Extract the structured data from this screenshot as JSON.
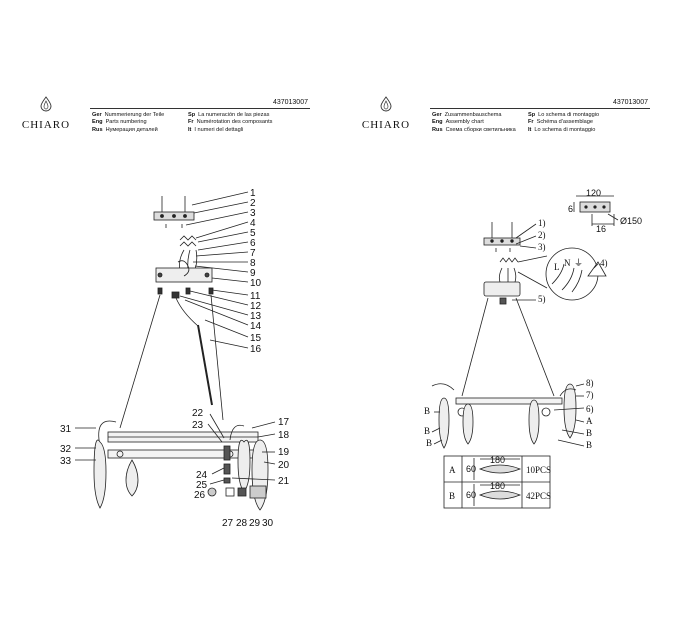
{
  "brand": "CHIARO",
  "left_page": {
    "code": "437013007",
    "legend": [
      {
        "lang1": "Ger",
        "text1": "Nummerierung der Teile",
        "lang2": "Sp",
        "text2": "La numeración de las piezas"
      },
      {
        "lang1": "Eng",
        "text1": "Parts numbering",
        "lang2": "Fr",
        "text2": "Numérotation des composants"
      },
      {
        "lang1": "Rus",
        "text1": "Нумерация деталей",
        "lang2": "It",
        "text2": "I numeri del dettagli"
      }
    ],
    "part_numbers_right": [
      "1",
      "2",
      "3",
      "4",
      "5",
      "6",
      "7",
      "8",
      "9",
      "10",
      "11",
      "12",
      "13",
      "14",
      "15",
      "16"
    ],
    "part_numbers_lower": {
      "n17": "17",
      "n18": "18",
      "n19": "19",
      "n20": "20",
      "n21": "21",
      "n22": "22",
      "n23": "23",
      "n24": "24",
      "n25": "25",
      "n26": "26",
      "n27": "27",
      "n28": "28",
      "n29": "29",
      "n30": "30",
      "n31": "31",
      "n32": "32",
      "n33": "33"
    }
  },
  "right_page": {
    "code": "437013007",
    "legend": [
      {
        "lang1": "Ger",
        "text1": "Zusammenbauschema",
        "lang2": "Sp",
        "text2": "Lo schema di montaggio"
      },
      {
        "lang1": "Eng",
        "text1": "Assembly chart",
        "lang2": "Fr",
        "text2": "Schéma d'assemblage"
      },
      {
        "lang1": "Rus",
        "text1": "Схема сборки светильника",
        "lang2": "It",
        "text2": "Lo schema di montaggio"
      }
    ],
    "steps": {
      "s1": "1)",
      "s2": "2)",
      "s3": "3)",
      "s4": "4)",
      "s5": "5)",
      "s6": "6)",
      "s7": "7)",
      "s8": "8)"
    },
    "wire_labels": {
      "l": "L",
      "n": "N",
      "earth": "⏚"
    },
    "dims": {
      "d120": "120",
      "d6": "6",
      "d16": "16",
      "d150": "Ø150"
    },
    "letters": {
      "a": "A",
      "b": "B"
    },
    "table": [
      {
        "key": "A",
        "width": "180",
        "height": "60",
        "qty": "10PCS"
      },
      {
        "key": "B",
        "width": "180",
        "height": "60",
        "qty": "42PCS"
      }
    ]
  }
}
